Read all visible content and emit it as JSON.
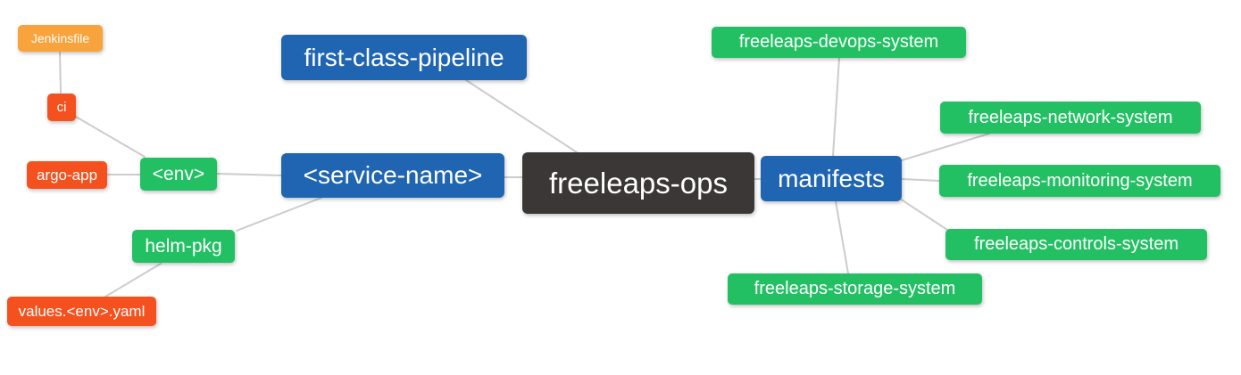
{
  "diagram": {
    "type": "mindmap",
    "root": "freeleaps-ops",
    "colors": {
      "blue": "#2065B2",
      "green": "#22C063",
      "orange": "#F8A33B",
      "red": "#F4511E",
      "dark": "#3B3737",
      "edge_gray": "#CCCCCC",
      "text": "#FFFFFF",
      "background": "#FFFFFF"
    },
    "nodes": {
      "jenkinsfile": {
        "label": "Jenkinsfile",
        "color": "#F8A33B"
      },
      "ci": {
        "label": "ci",
        "color": "#F4511E"
      },
      "argo_app": {
        "label": "argo-app",
        "color": "#F4511E"
      },
      "env": {
        "label": "<env>",
        "color": "#22C063"
      },
      "helm_pkg": {
        "label": "helm-pkg",
        "color": "#22C063"
      },
      "values_yaml": {
        "label": "values.<env>.yaml",
        "color": "#F4511E"
      },
      "pipeline": {
        "label": "first-class-pipeline",
        "color": "#2065B2"
      },
      "service_name": {
        "label": "<service-name>",
        "color": "#2065B2"
      },
      "freeleaps_ops": {
        "label": "freeleaps-ops",
        "color": "#3B3737"
      },
      "manifests": {
        "label": "manifests",
        "color": "#2065B2"
      },
      "devops": {
        "label": "freeleaps-devops-system",
        "color": "#22C063"
      },
      "network": {
        "label": "freeleaps-network-system",
        "color": "#22C063"
      },
      "monitoring": {
        "label": "freeleaps-monitoring-system",
        "color": "#22C063"
      },
      "controls": {
        "label": "freeleaps-controls-system",
        "color": "#22C063"
      },
      "storage": {
        "label": "freeleaps-storage-system",
        "color": "#22C063"
      }
    },
    "edges": [
      {
        "from": "jenkinsfile",
        "to": "ci"
      },
      {
        "from": "ci",
        "to": "env"
      },
      {
        "from": "argo_app",
        "to": "env"
      },
      {
        "from": "env",
        "to": "service_name"
      },
      {
        "from": "helm_pkg",
        "to": "service_name"
      },
      {
        "from": "values_yaml",
        "to": "helm_pkg"
      },
      {
        "from": "pipeline",
        "to": "freeleaps_ops"
      },
      {
        "from": "service_name",
        "to": "freeleaps_ops"
      },
      {
        "from": "freeleaps_ops",
        "to": "manifests"
      },
      {
        "from": "manifests",
        "to": "devops"
      },
      {
        "from": "manifests",
        "to": "network"
      },
      {
        "from": "manifests",
        "to": "monitoring"
      },
      {
        "from": "manifests",
        "to": "controls"
      },
      {
        "from": "manifests",
        "to": "storage"
      }
    ]
  }
}
